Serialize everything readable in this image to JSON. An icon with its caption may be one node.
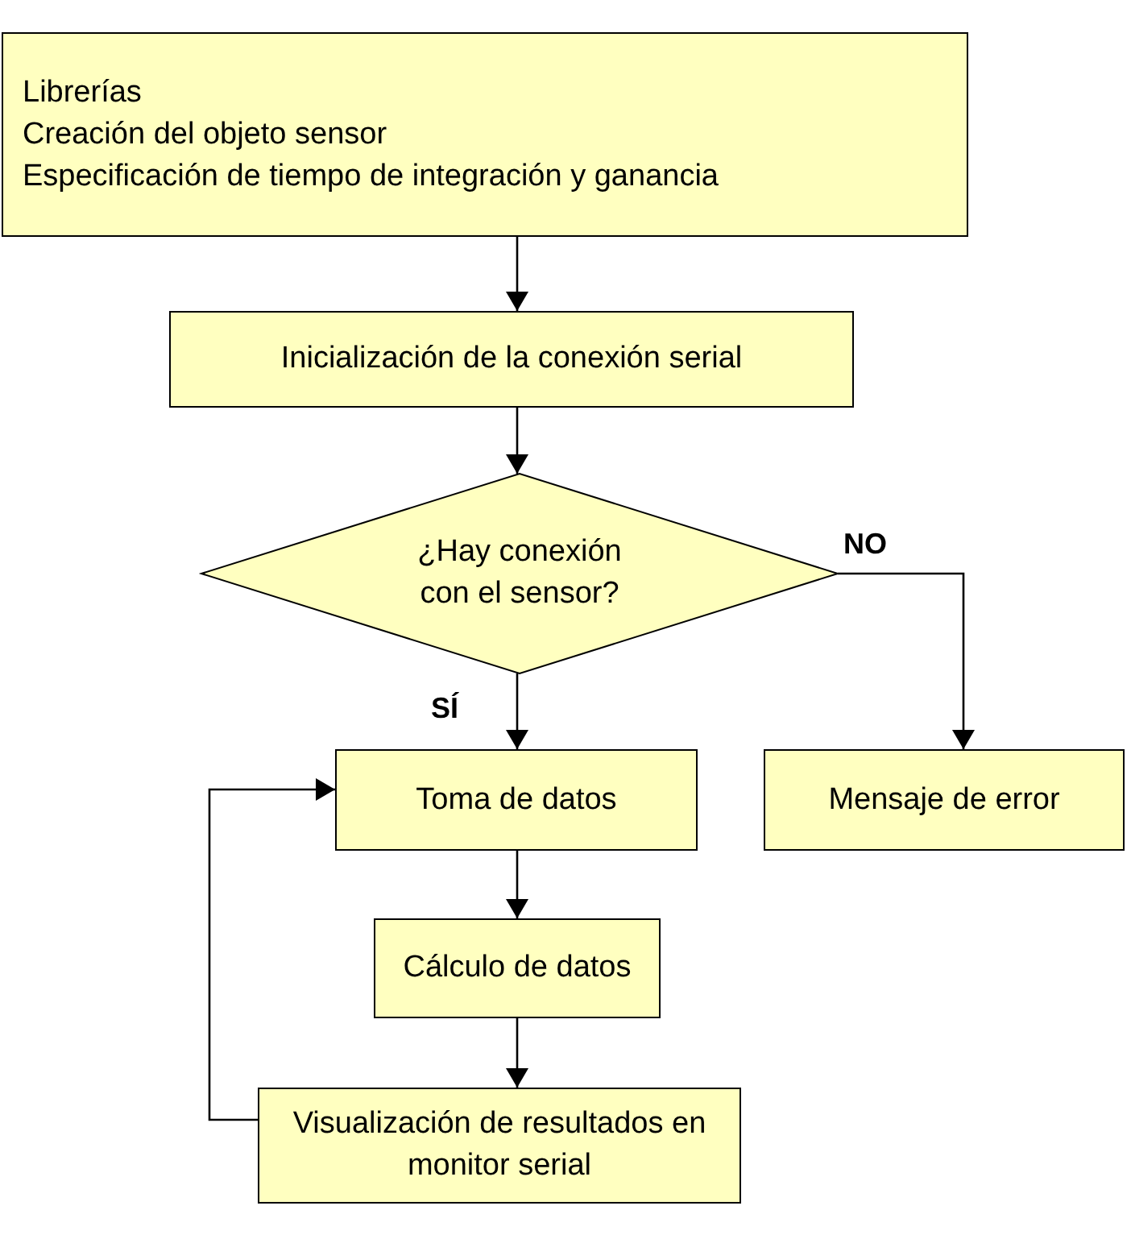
{
  "diagram": {
    "nodes": [
      {
        "text": [
          "Librerías",
          "Creación del objeto sensor",
          "Especificación de tiempo de integración y ganancia"
        ]
      },
      {
        "text": [
          "Inicialización de la conexión serial"
        ]
      },
      {
        "text": [
          "¿Hay conexión con el sensor?"
        ]
      },
      {
        "text": [
          "Toma de datos"
        ]
      },
      {
        "text": [
          "Mensaje de error"
        ]
      },
      {
        "text": [
          "Cálculo de datos"
        ]
      },
      {
        "text": [
          "Visualización de resultados en monitor serial"
        ]
      }
    ],
    "edges": [
      {
        "from": 0,
        "to": 1,
        "arrow": "to"
      },
      {
        "from": 1,
        "to": 2,
        "arrow": "to"
      },
      {
        "from": 2,
        "to": 3,
        "arrow": "to",
        "label": "SÍ"
      },
      {
        "from": 2,
        "to": 4,
        "arrow": "to",
        "label": "NO"
      },
      {
        "from": 3,
        "to": 5,
        "arrow": "to"
      },
      {
        "from": 5,
        "to": 6,
        "arrow": "to"
      },
      {
        "from": 6,
        "to": 3,
        "arrow": "to"
      }
    ]
  }
}
